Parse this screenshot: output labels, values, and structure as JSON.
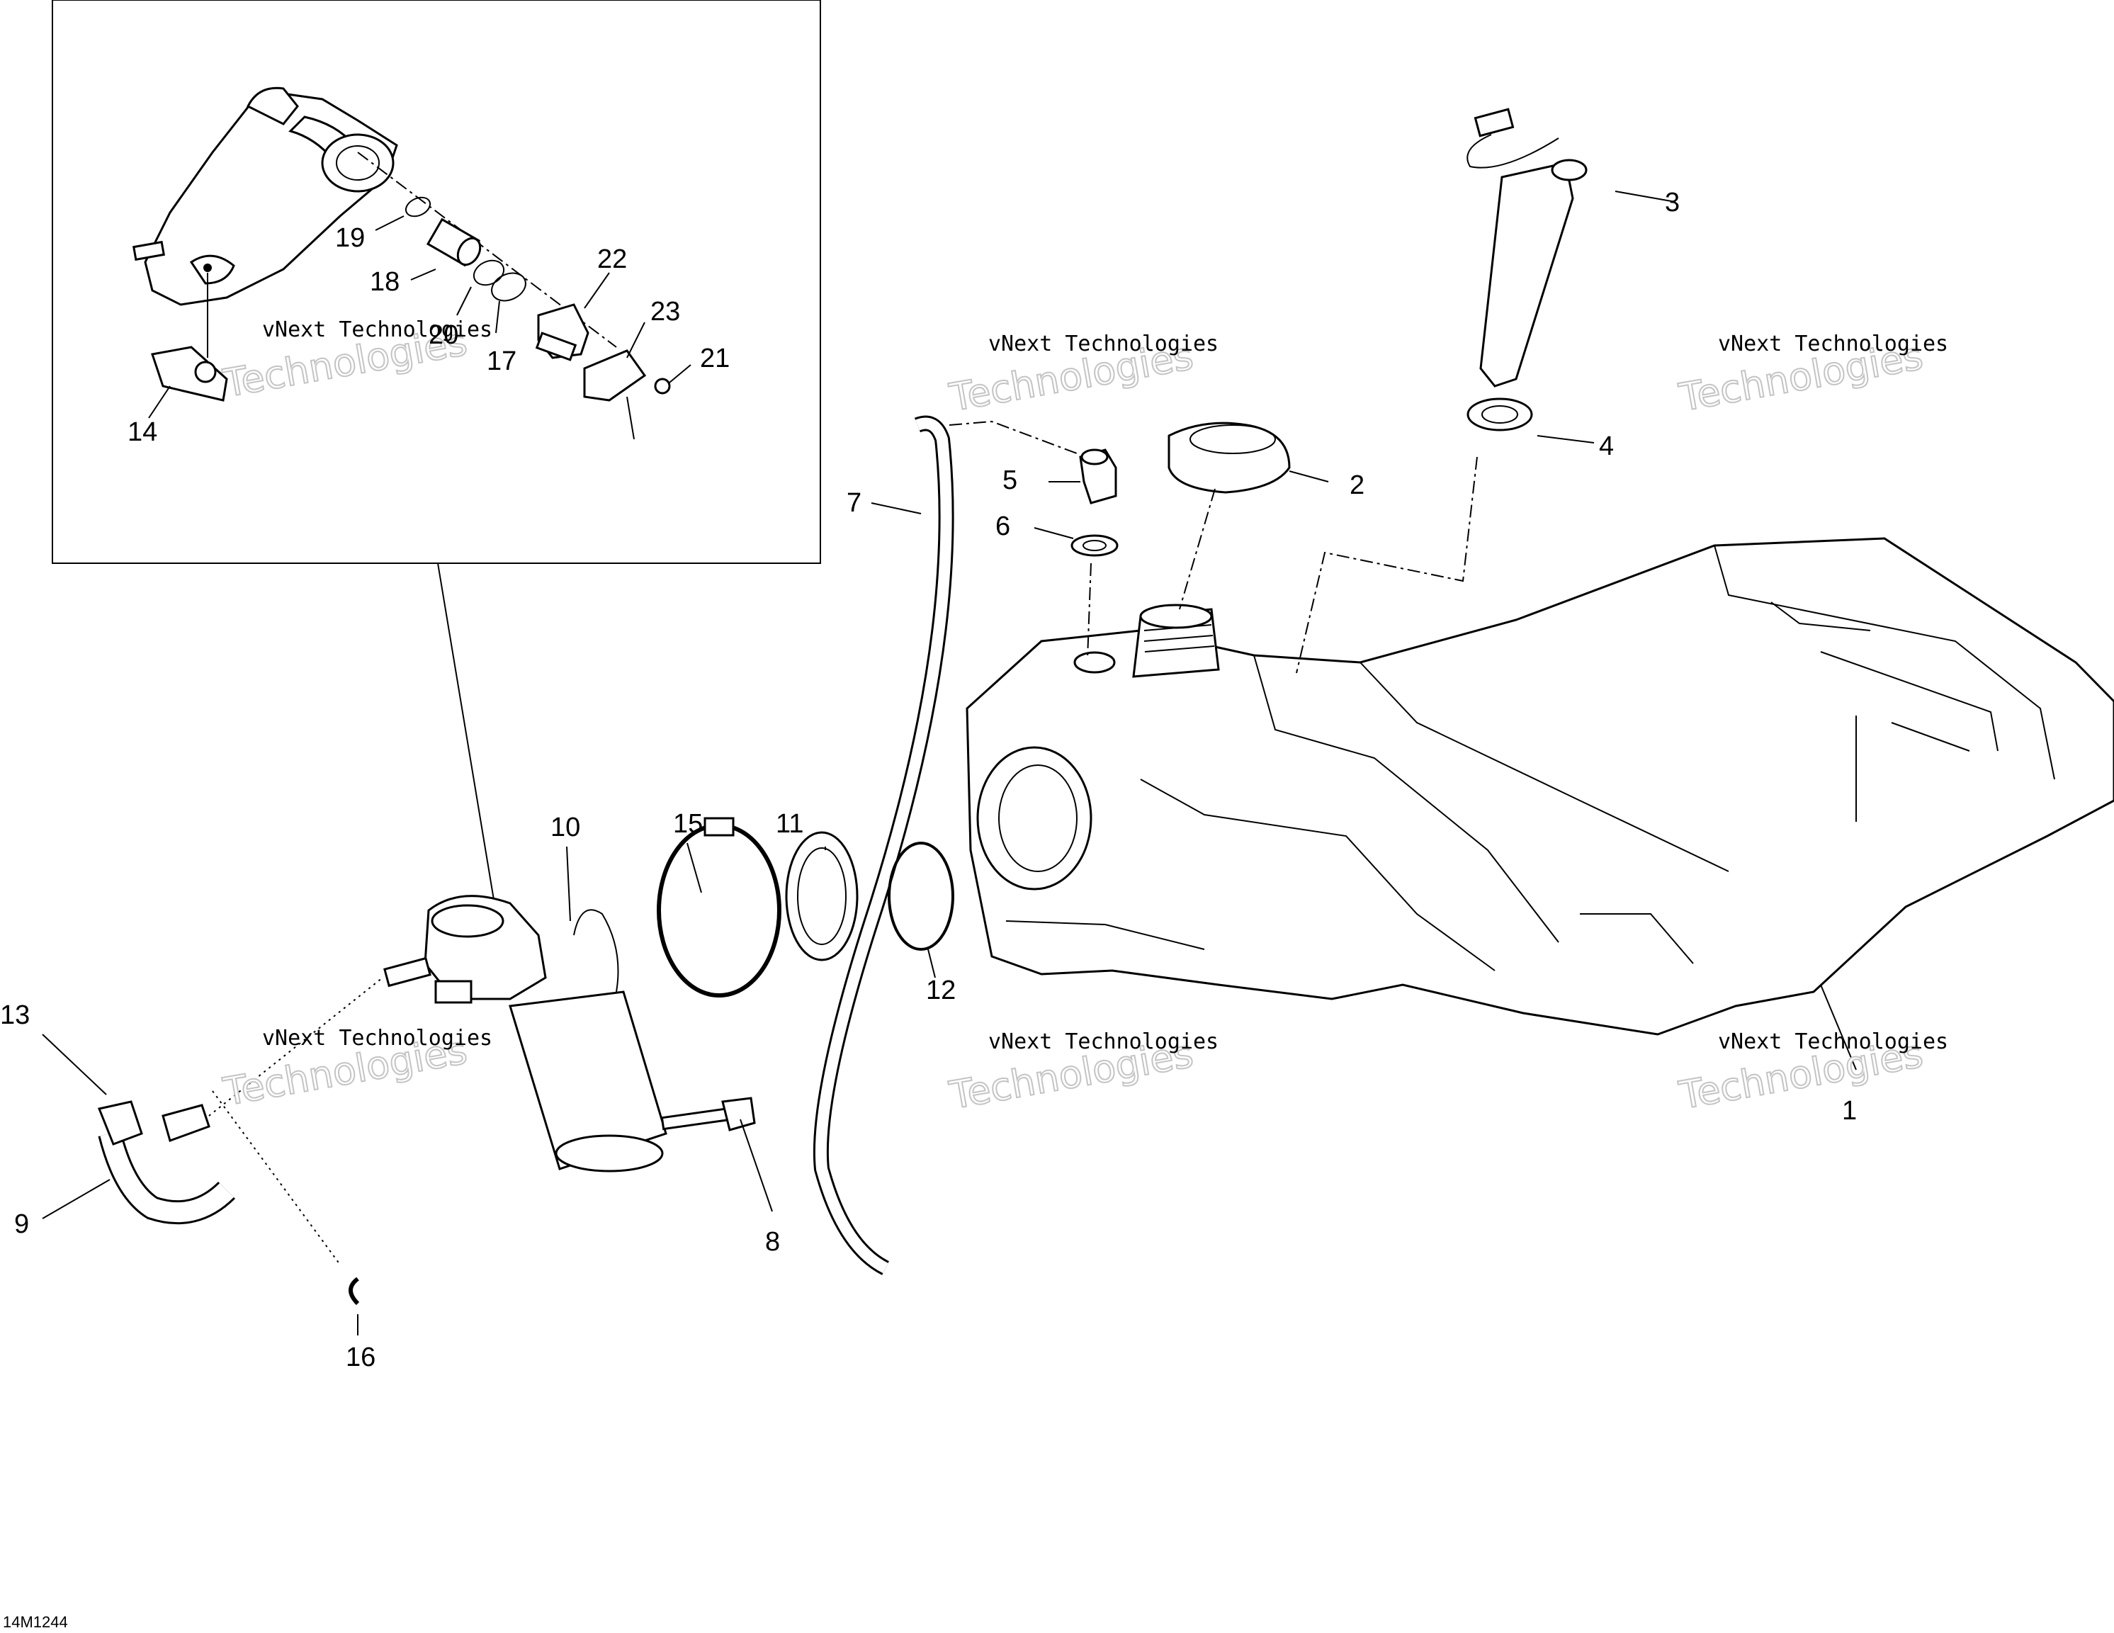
{
  "diagram": {
    "reference_code": "14M1244",
    "watermark": {
      "line1": "vNext Technologies",
      "line2": "Technologies"
    },
    "callouts": [
      {
        "id": "1",
        "label": "1"
      },
      {
        "id": "2",
        "label": "2"
      },
      {
        "id": "3",
        "label": "3"
      },
      {
        "id": "4",
        "label": "4"
      },
      {
        "id": "5",
        "label": "5"
      },
      {
        "id": "6",
        "label": "6"
      },
      {
        "id": "7",
        "label": "7"
      },
      {
        "id": "8",
        "label": "8"
      },
      {
        "id": "9",
        "label": "9"
      },
      {
        "id": "10",
        "label": "10"
      },
      {
        "id": "11",
        "label": "11"
      },
      {
        "id": "12",
        "label": "12"
      },
      {
        "id": "13",
        "label": "13"
      },
      {
        "id": "14",
        "label": "14"
      },
      {
        "id": "15",
        "label": "15"
      },
      {
        "id": "16",
        "label": "16"
      },
      {
        "id": "17",
        "label": "17"
      },
      {
        "id": "18",
        "label": "18"
      },
      {
        "id": "19",
        "label": "19"
      },
      {
        "id": "20",
        "label": "20"
      },
      {
        "id": "21",
        "label": "21"
      },
      {
        "id": "22",
        "label": "22"
      },
      {
        "id": "23",
        "label": "23"
      }
    ]
  }
}
